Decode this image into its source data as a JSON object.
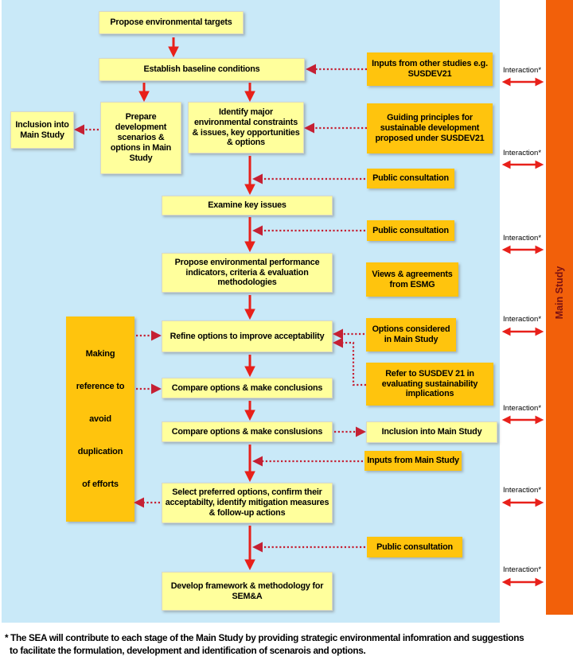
{
  "colors": {
    "background_blue": "#C9E9F8",
    "process_box_yellow": "#FFFF9C",
    "input_box_gold": "#FFC40D",
    "main_study_bar_orange": "#F2600A",
    "solid_arrow_red": "#E8201A",
    "dashed_arrow_red": "#C52033",
    "bar_text_maroon": "#7B1113"
  },
  "flow": {
    "propose_targets": "Propose environmental targets",
    "establish_baseline": "Establish baseline conditions",
    "prepare_scenarios": "Prepare development scenarios & options in Main Study",
    "identify_constraints": "Identify major environmental constraints & issues, key opportunities & options",
    "examine_issues": "Examine key issues",
    "propose_indicators": "Propose environmental performance indicators, criteria & evaluation methodologies",
    "refine_options": "Refine options to improve acceptability",
    "compare_conclusions": "Compare options & make conclusions",
    "compare_conslusions": "Compare options & make conslusions",
    "select_preferred": "Select preferred options, confirm their acceptabilty, identify mitigation measures & follow-up actions",
    "develop_framework": "Develop framework & methodology for SEM&A"
  },
  "side": {
    "inclusion_left": "Inclusion into Main Study",
    "making_reference": "Making\nreference to\navoid\nduplication\nof efforts",
    "inputs_other_studies": "Inputs from other studies e.g. SUSDEV21",
    "guiding_principles": "Guiding principles for sustainable development proposed under SUSDEV21",
    "public_consultation": "Public consultation",
    "views_esmg": "Views & agreements from ESMG",
    "options_considered": "Options considered in Main Study",
    "refer_susdev": "Refer to SUSDEV 21 in evaluating sustainability implications",
    "inclusion_right": "Inclusion into Main Study",
    "inputs_main_study": "Inputs from Main Study"
  },
  "labels": {
    "interaction": "Interaction*",
    "main_study_bar": "Main Study"
  },
  "footnote": {
    "line1": "* The SEA will contribute to each stage of the Main Study by providing strategic environmental infomration and suggestions",
    "line2": "to facilitate the formulation, development and identification of scenarois and options."
  }
}
